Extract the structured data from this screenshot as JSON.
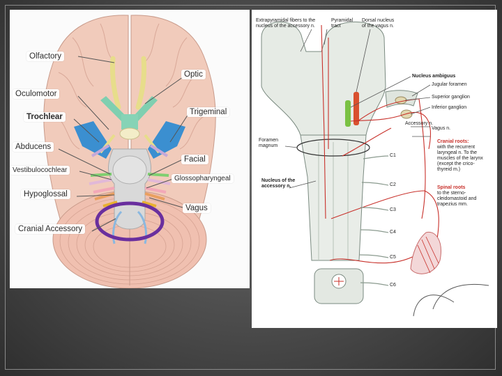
{
  "left_diagram": {
    "labels": {
      "olfactory": "Olfactory",
      "optic": "Optic",
      "oculomotor": "Oculomotor",
      "trochlear": "Trochlear",
      "trigeminal": "Trigeminal",
      "abducens": "Abducens",
      "facial": "Facial",
      "vestibulocochlear": "Vestibulocochlear",
      "glossopharyngeal": "Glossopharyngeal",
      "hypoglossal": "Hypoglossal",
      "vagus": "Vagus",
      "cranial_accessory": "Cranial Accessory"
    },
    "highlight_color": "#6a2f9e",
    "colors": {
      "brain": "#f0c8b8",
      "olfactory": "#e6dc8a",
      "optic": "#86d0b3",
      "trigeminal": "#3a8fd0",
      "brainstem": "#d6d6d6"
    }
  },
  "right_diagram": {
    "top_labels": {
      "extrapyramidal": [
        "Extrapyramidal fibers to the",
        "nucleus of the accessory n."
      ],
      "pyramidal": [
        "Pyramidal",
        "tract"
      ],
      "dorsal_vagus": [
        "Dorsal nucleus",
        "of the vagus n."
      ]
    },
    "side_labels": {
      "nucleus_ambiguus": "Nucleus ambiguus",
      "jugular_foramen": "Jugular foramen",
      "superior_ganglion": "Superior ganglion",
      "inferior_ganglion": "Inferior ganglion",
      "accessory_n": "Accessory n.",
      "vagus_n": "Vagus n.",
      "foramen_magnum": [
        "Foramen",
        "magnum"
      ],
      "nucleus_accessory": [
        "Nucleus of the",
        "accessory n."
      ],
      "cranial_roots_title": "Cranial roots:",
      "cranial_roots_text": [
        "with the recurrent",
        "laryngeal n. To the",
        "muscles of the larynx",
        "(except the crico-",
        "thyreid m.)"
      ],
      "spinal_roots_title": "Spinal roots",
      "spinal_roots_text": [
        "to the sterno-",
        "cleidomastoid and",
        "trapezius mm."
      ]
    },
    "spinal_levels": [
      "C1",
      "C2",
      "C3",
      "C4",
      "C5",
      "C6"
    ],
    "colors": {
      "stem": "#e9ede8",
      "outline": "#7a8a80",
      "nerve": "#c8302a",
      "ambiguus": "#7ac143",
      "vagus_nucleus": "#d9512f"
    }
  }
}
